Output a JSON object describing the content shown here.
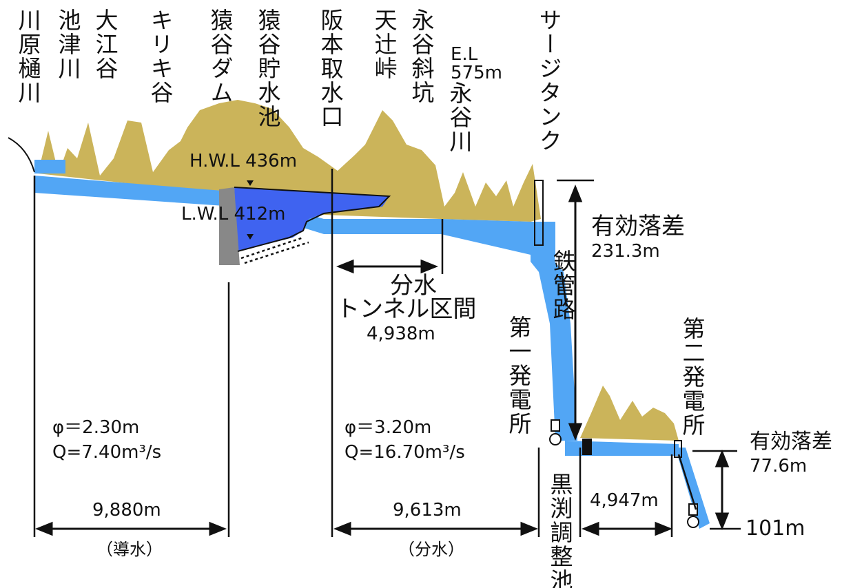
{
  "places": {
    "kawarahi_river": "川原樋川",
    "ike_tsu_river": "池津川",
    "oe_dani": "大江谷",
    "kiriki_dani": "キリキ谷",
    "saru_dani_dam": "猿谷ダム",
    "saru_dani_reservoir": "猿谷貯水池",
    "sakamoto_intake": "阪本取水口",
    "tentsuji_pass": "天辻峠",
    "nagatani_shaft": "永谷斜坑",
    "nagatani_shaft_el": "E.L\n575m",
    "nagatani_river": "永谷川",
    "surge_tank": "サージタンク",
    "penstock": "鉄管路",
    "first_power_station": "第一発電所",
    "second_power_station": "第二発電所",
    "kuronagi_pond": "黒渕調整池"
  },
  "levels": {
    "hwl": "H.W.L 436m",
    "lwl": "L.W.L 412m",
    "tailwater": "101m"
  },
  "tunnel": {
    "section_label_1": "分水",
    "section_label_2": "トンネル区間",
    "section_length": "4,938m"
  },
  "head": {
    "label_1": "有効落差",
    "value_1": "231.3m",
    "label_2": "有効落差",
    "value_2": "77.6m"
  },
  "conduits": {
    "headrace_diameter": "φ＝2.30m",
    "headrace_flow": "Q=7.40m³/s",
    "diversion_diameter": "φ＝3.20m",
    "diversion_flow": "Q=16.70m³/s"
  },
  "distances": {
    "headrace_length": "9,880m",
    "headrace_caption": "（導水）",
    "diversion_length": "9,613m",
    "diversion_caption": "（分水）",
    "second_length": "4,947m"
  },
  "colors": {
    "mountain": "#cbb45a",
    "water": "#52a6f5",
    "reservoir": "#3f63f0",
    "dam": "#888888",
    "line": "#111111"
  }
}
